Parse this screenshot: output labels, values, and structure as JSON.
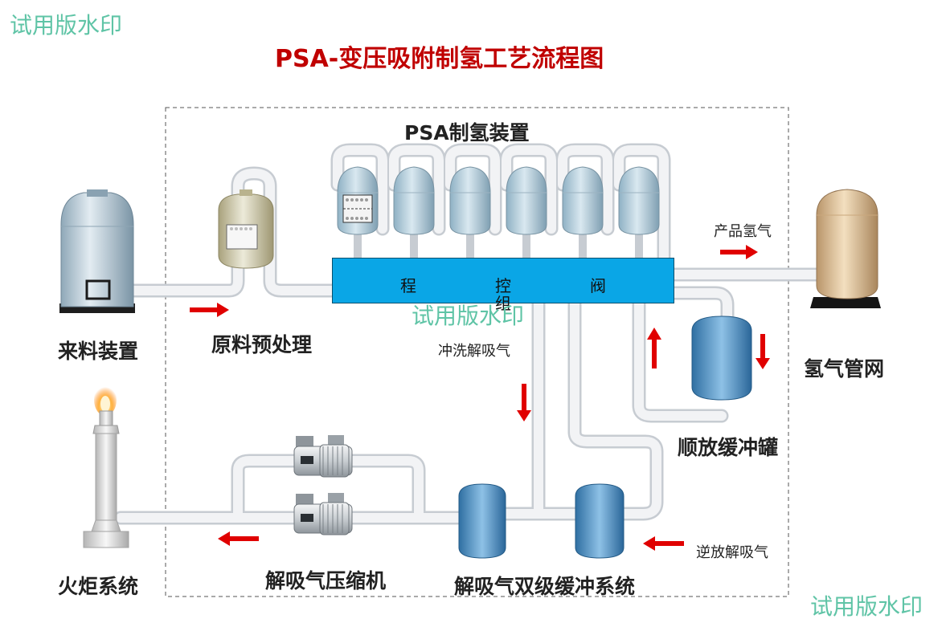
{
  "watermark": "试用版水印",
  "title": "PSA-变压吸附制氢工艺流程图",
  "unit_title": "PSA制氢装置",
  "valve_group": {
    "c1": "程",
    "c2": "控",
    "c3": "组",
    "c4": "阀"
  },
  "labels": {
    "feed": "来料装置",
    "pretreat": "原料预处理",
    "h2_network": "氢气管网",
    "buffer_tank": "顺放缓冲罐",
    "flare": "火炬系统",
    "compressor": "解吸气压缩机",
    "double_buffer": "解吸气双级缓冲系统"
  },
  "streams": {
    "product": "产品氢气",
    "purge": "冲洗解吸气",
    "reverse": "逆放解吸气"
  },
  "colors": {
    "pipe": "#eceef1",
    "arrow": "#e00000",
    "valve": "#0aa6e6",
    "title": "#c00000",
    "watermark": "#5fc4a6"
  }
}
